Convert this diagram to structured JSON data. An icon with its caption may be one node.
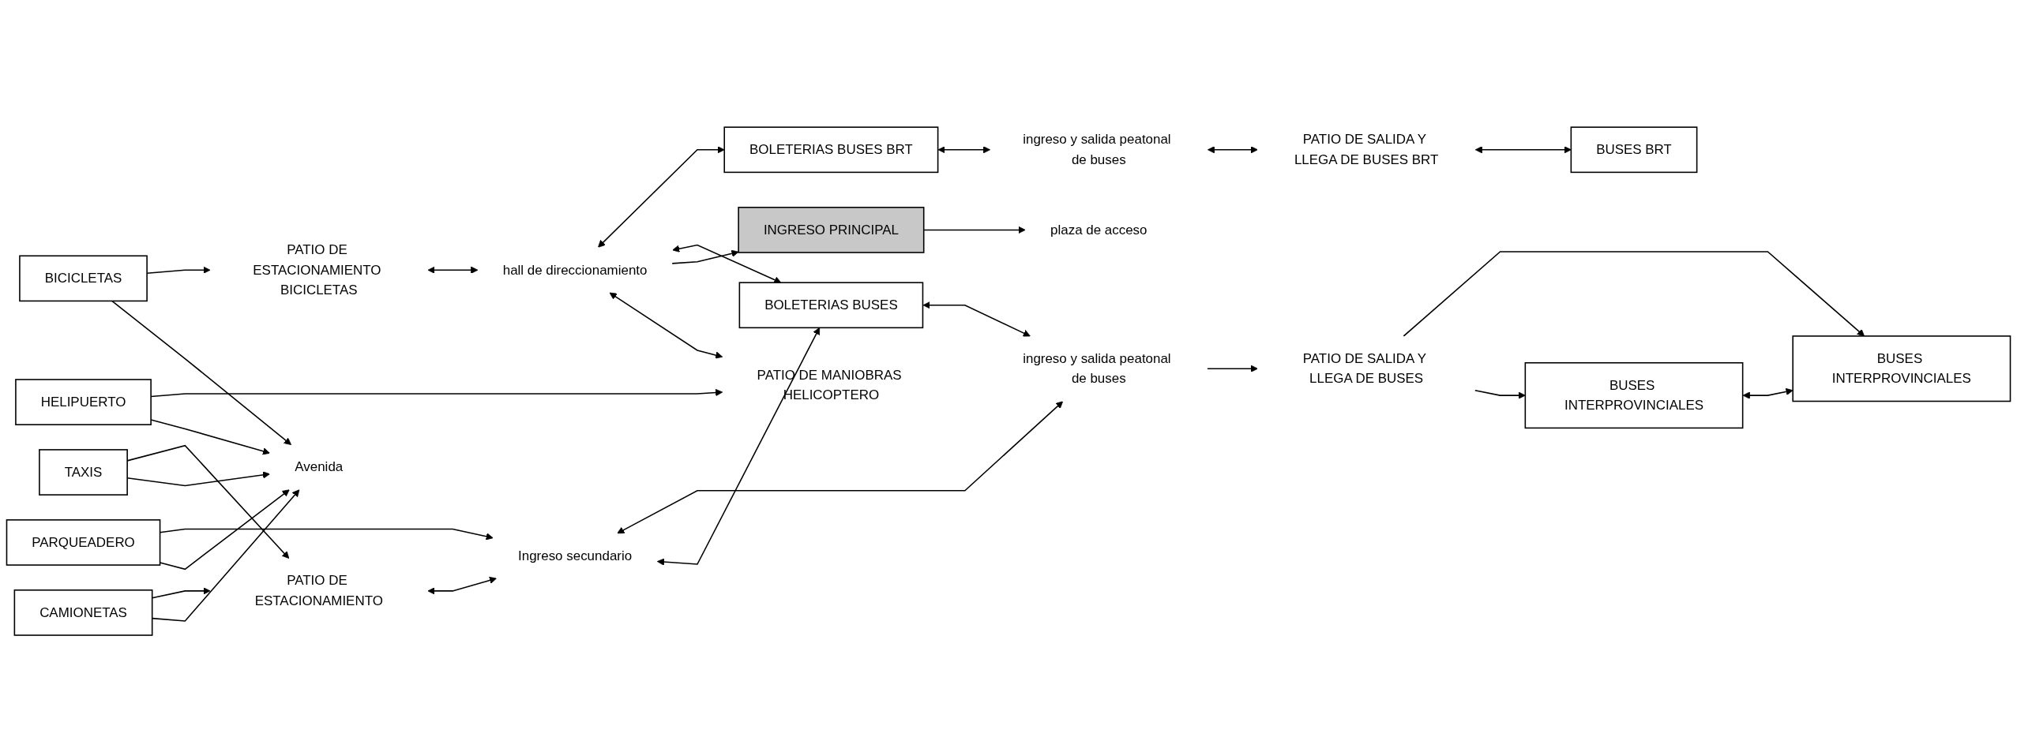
{
  "diagram": {
    "nodes": [
      {
        "text": [
          "Avenida"
        ]
      },
      {
        "text": [
          "PARQUEADERO"
        ]
      },
      {
        "text": [
          "CAMIONETAS"
        ]
      },
      {
        "text": [
          "TAXIS"
        ]
      },
      {
        "text": [
          "HELIPUERTO"
        ]
      },
      {
        "text": [
          "BICICLETAS"
        ]
      },
      {
        "text": [
          "PATIO DE ESTACIONAMIENTO"
        ]
      },
      {
        "text": [
          "Ingreso secundario"
        ]
      },
      {
        "text": [
          "PATIO DE MANIOBRAS HELICOPTERO"
        ]
      },
      {
        "text": [
          "PATIO DE ESTACIONAMIENTO BICICLETAS"
        ]
      },
      {
        "text": [
          "plaza de acceso"
        ]
      },
      {
        "text": [
          "INGRESO PRINCIPAL"
        ]
      },
      {
        "text": [
          "hall de direccionamiento"
        ]
      },
      {
        "text": [
          "BOLETERIAS BUSES"
        ]
      },
      {
        "text": [
          "ingreso y salida peatonal de buses"
        ]
      },
      {
        "text": [
          "PATIO DE SALIDA Y LLEGA DE BUSES"
        ]
      },
      {
        "text": [
          "BUSES INTERPROVINCIALES"
        ]
      },
      {
        "text": [
          "BUSES INTERPROVINCIALES"
        ]
      },
      {
        "text": [
          "BOLETERIAS BUSES BRT"
        ]
      },
      {
        "text": [
          "ingreso y salida peatonal de buses"
        ]
      },
      {
        "text": [
          "PATIO DE SALIDA Y LLEGA DE BUSES BRT"
        ]
      },
      {
        "text": [
          "BUSES BRT"
        ]
      }
    ],
    "edges": [
      {
        "from": 1,
        "to": 0,
        "arrow": "to"
      },
      {
        "from": 2,
        "to": 0,
        "arrow": "to"
      },
      {
        "from": 3,
        "to": 0,
        "arrow": "to"
      },
      {
        "from": 4,
        "to": 0,
        "arrow": "to"
      },
      {
        "from": 5,
        "to": 0,
        "arrow": "to"
      },
      {
        "from": 2,
        "to": 6,
        "arrow": "to"
      },
      {
        "from": 3,
        "to": 6,
        "arrow": "to"
      },
      {
        "from": 6,
        "to": 7,
        "arrow": "both"
      },
      {
        "from": 1,
        "to": 7,
        "arrow": "to"
      },
      {
        "from": 4,
        "to": 8,
        "arrow": "to"
      },
      {
        "from": 5,
        "to": 9,
        "arrow": "to"
      },
      {
        "from": 12,
        "to": 8,
        "arrow": "both"
      },
      {
        "from": 9,
        "to": 12,
        "arrow": "both"
      },
      {
        "from": 12,
        "to": 11,
        "arrow": "to"
      },
      {
        "from": 11,
        "to": 10,
        "arrow": "to"
      },
      {
        "from": 12,
        "to": 13,
        "arrow": "both"
      },
      {
        "from": 7,
        "to": 13,
        "arrow": "both"
      },
      {
        "from": 13,
        "to": 14,
        "arrow": "both"
      },
      {
        "from": 14,
        "to": 7,
        "arrow": "both"
      },
      {
        "from": 14,
        "to": 15,
        "arrow": "to"
      },
      {
        "from": 15,
        "to": 16,
        "arrow": "to"
      },
      {
        "from": 15,
        "to": 17,
        "arrow": "to"
      },
      {
        "from": 16,
        "to": 17,
        "arrow": "both"
      },
      {
        "from": 12,
        "to": 18,
        "arrow": "both"
      },
      {
        "from": 18,
        "to": 19,
        "arrow": "both"
      },
      {
        "from": 19,
        "to": 20,
        "arrow": "both"
      },
      {
        "from": 20,
        "to": 21,
        "arrow": "both"
      }
    ]
  }
}
